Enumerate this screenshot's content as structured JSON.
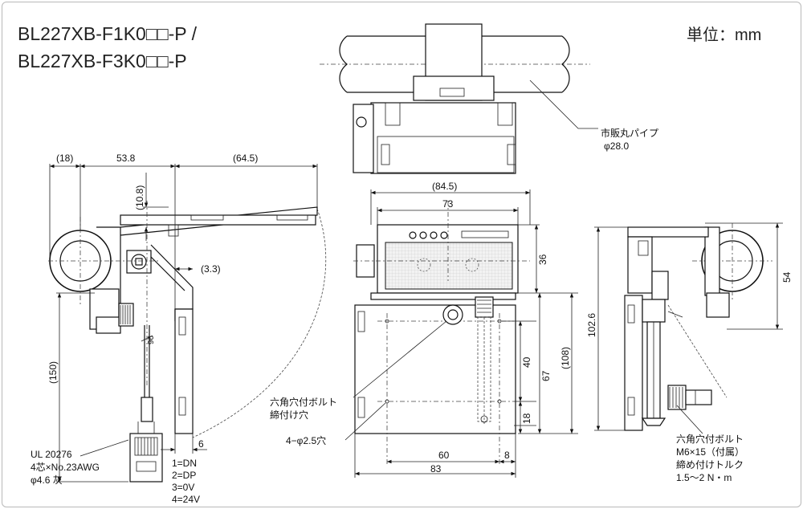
{
  "title": {
    "line1": "BL227XB-F1K0□□-P /",
    "line2": "BL227XB-F3K0□□-P"
  },
  "unit_label": "単位：mm",
  "left_view": {
    "dims": {
      "d18": "(18)",
      "d53_8": "53.8",
      "d64_5": "(64.5)",
      "d10_8": "(10.8)",
      "d3_3": "(3.3)",
      "d150": "(150)",
      "d6": "6",
      "cable_mark": "96"
    },
    "cable_spec": [
      "UL 20276",
      "4芯×No.23AWG",
      "φ4.6  灰"
    ],
    "pinout": [
      "1=DN",
      "2=DP",
      "3=0V",
      "4=24V"
    ]
  },
  "front_view": {
    "pipe_label": [
      "市販丸パイプ",
      "φ28.0"
    ],
    "dims": {
      "d84_5": "(84.5)",
      "d73": "73",
      "d36": "36",
      "d108": "(108)",
      "d40": "40",
      "d67": "67",
      "d18": "18",
      "d60": "60",
      "d8": "8",
      "d83": "83"
    },
    "bolt_label": [
      "六角穴付ボルト",
      "締付け穴"
    ],
    "hole_label": "4−φ2.5穴"
  },
  "right_view": {
    "dims": {
      "d54": "54",
      "d102_6": "102.6"
    },
    "bolt_label": [
      "六角穴付ボルト",
      "M6×15（付属）",
      "締め付けトルク",
      "1.5〜2 N・m"
    ]
  }
}
